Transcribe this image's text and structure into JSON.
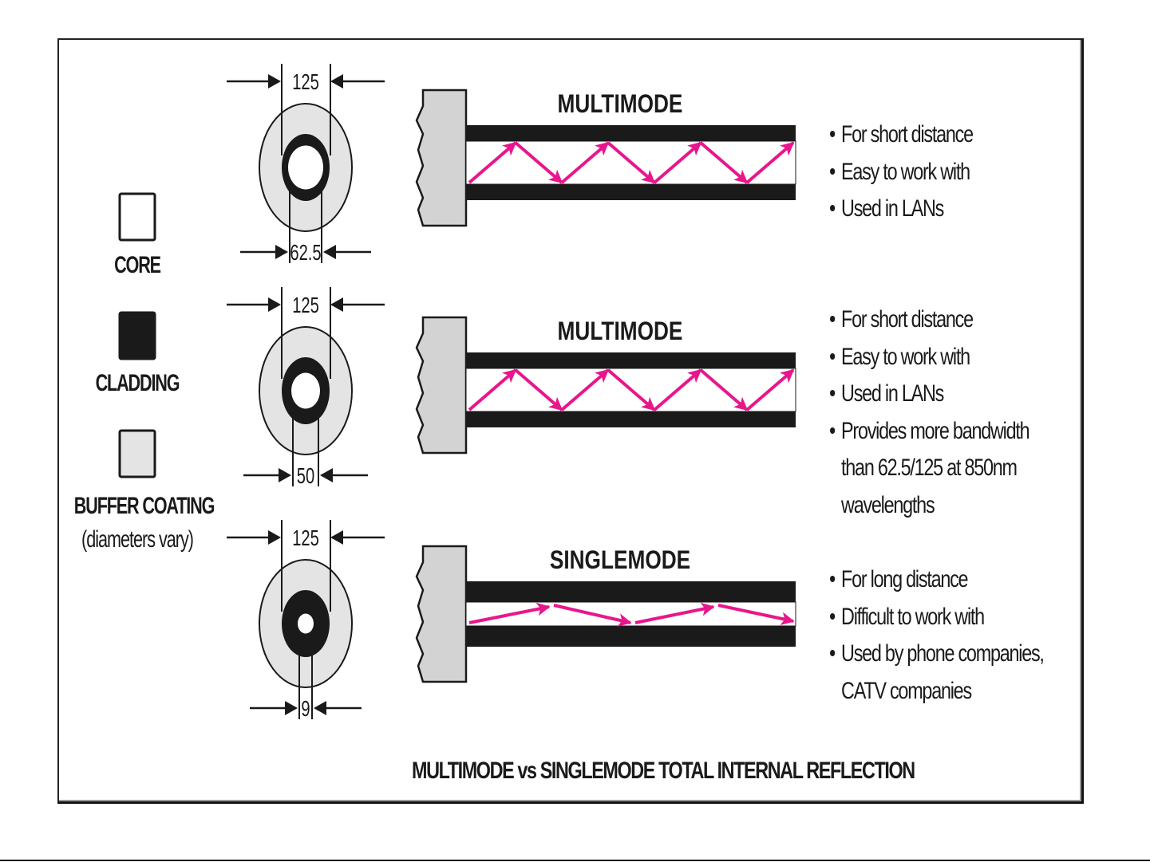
{
  "title": "MULTIMODE vs SINGLEMODE TOTAL INTERNAL REFLECTION",
  "colors": {
    "core": "#ffffff",
    "cladding": "#1a1a1a",
    "buffer_coating": "#e4e4e4",
    "light_ray": "#e8168c",
    "connector": "#d3d3d3"
  },
  "legend": [
    {
      "key": "core",
      "label": "CORE",
      "sub": ""
    },
    {
      "key": "cladding",
      "label": "CLADDING",
      "sub": ""
    },
    {
      "key": "buffer_coating",
      "label": "BUFFER COATING",
      "sub": "(diameters vary)"
    }
  ],
  "fibers": [
    {
      "mode": "MULTIMODE",
      "cladding_diameter": "125",
      "core_diameter": "62.5",
      "ray_bounces": 7,
      "bullets": [
        "For short distance",
        "Easy to work with",
        "Used in LANs"
      ]
    },
    {
      "mode": "MULTIMODE",
      "cladding_diameter": "125",
      "core_diameter": "50",
      "ray_bounces": 7,
      "bullets": [
        "For short distance",
        "Easy to work with",
        "Used in LANs",
        "Provides more bandwidth",
        "than 62.5/125 at 850nm",
        "wavelengths"
      ]
    },
    {
      "mode": "SINGLEMODE",
      "cladding_diameter": "125",
      "core_diameter": "9",
      "ray_bounces": 4,
      "bullets": [
        "For long distance",
        "Difficult to work with",
        "Used by phone companies,",
        "CATV companies"
      ]
    }
  ]
}
